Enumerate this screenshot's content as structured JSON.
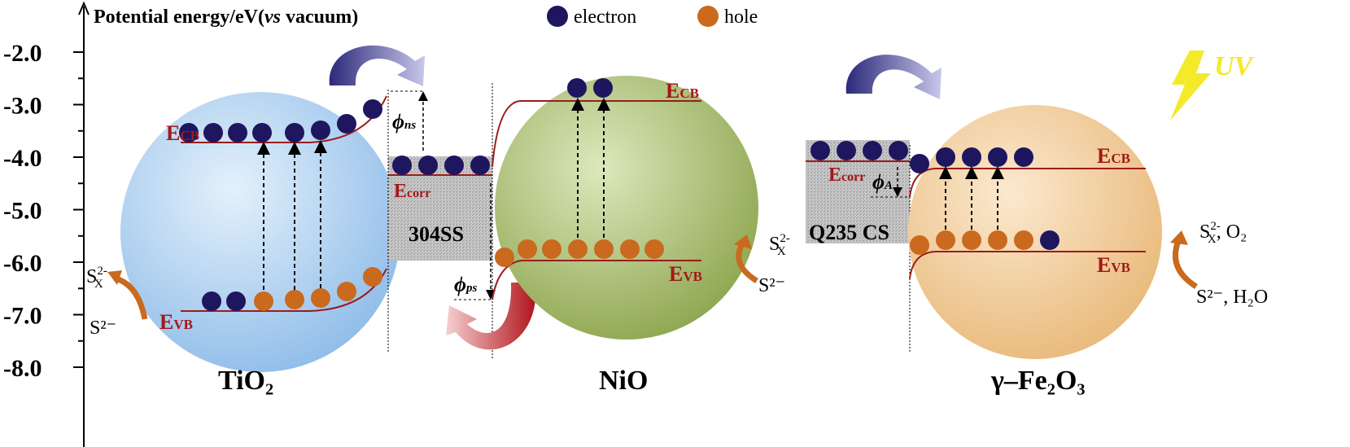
{
  "axis": {
    "title_main": "Potential energy/eV(",
    "title_italic": "vs",
    "title_end": " vacuum)",
    "ticks": [
      "-2.0",
      "-3.0",
      "-4.0",
      "-5.0",
      "-6.0",
      "-7.0",
      "-8.0"
    ]
  },
  "legend": {
    "electron": "electron",
    "hole": "hole"
  },
  "bands": {
    "E": "E",
    "cb": "CB",
    "vb": "VB",
    "corr": "corr"
  },
  "phi": {
    "symbol": "ϕ",
    "ns": "ns",
    "ps": "ps",
    "A": "A"
  },
  "materials": {
    "tio2": "TiO₂",
    "nio": "NiO",
    "fe2o3": "γ–Fe₂O₃",
    "ss304": "304SS",
    "q235": "Q235 CS"
  },
  "species": {
    "s": "S",
    "sx_sup": "2-",
    "sx_sub": "X",
    "s2": "S²⁻",
    "o2": ", O₂",
    "h2o": ", H₂O"
  },
  "uv": "UV",
  "colors": {
    "electron": "#1f1660",
    "hole": "#c96a1e",
    "band_line": "#9b1c1c",
    "tio2_sphere": "#a8cdef",
    "nio_sphere": "#a6bb6a",
    "fe2o3_sphere": "#f0cc98",
    "metal_gray": "#bdbdbd",
    "uv_yellow": "#f3ea2a"
  }
}
